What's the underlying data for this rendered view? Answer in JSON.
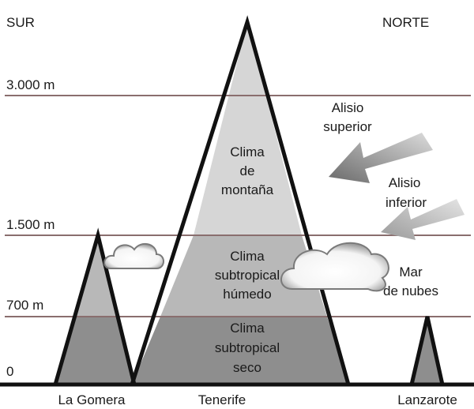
{
  "directions": {
    "south": "SUR",
    "north": "NORTE"
  },
  "altitudes": [
    "3.000 m",
    "1.500 m",
    "700 m",
    "0"
  ],
  "zones": {
    "mountain": [
      "Clima",
      "de",
      "montaña"
    ],
    "humid": [
      "Clima",
      "subtropical",
      "húmedo"
    ],
    "dry": [
      "Clima",
      "subtropical",
      "seco"
    ]
  },
  "winds": {
    "upper": [
      "Alisio",
      "superior"
    ],
    "lower": [
      "Alisio",
      "inferior"
    ]
  },
  "sea_of_clouds": [
    "Mar",
    "de nubes"
  ],
  "islands": {
    "gomera": "La Gomera",
    "tenerife": "Tenerife",
    "lanzarote": "Lanzarote"
  },
  "colors": {
    "zone_mountain": "#d6d6d6",
    "zone_humid": "#b8b8b8",
    "zone_dry": "#8e8e8e",
    "altitude_line": "#8a6e6e",
    "outline": "#111111"
  }
}
